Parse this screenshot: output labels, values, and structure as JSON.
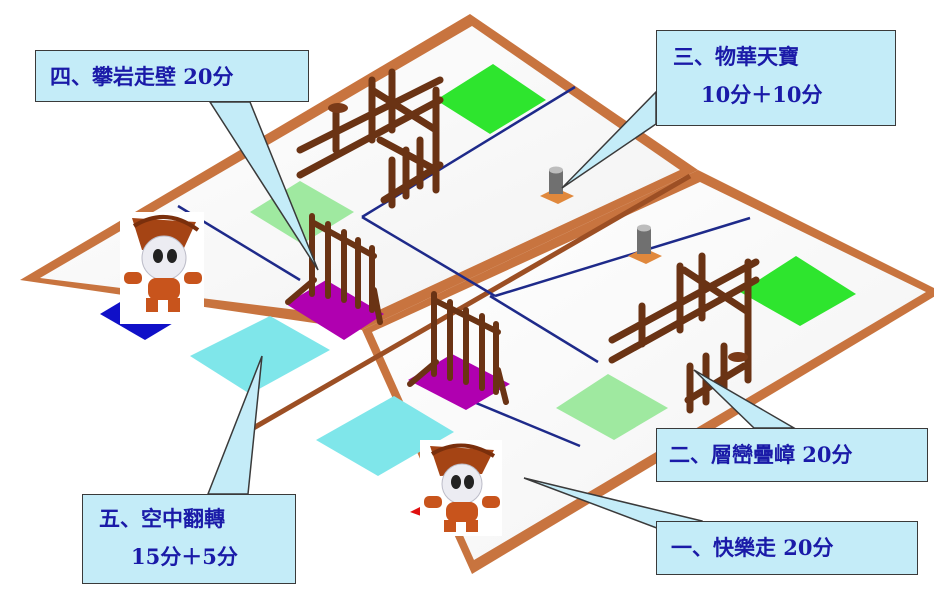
{
  "callouts": {
    "task4": {
      "line1": "四、攀岩走壁 20分"
    },
    "task3": {
      "line1": "三、物華天寶",
      "line2": "10分＋10分"
    },
    "task2": {
      "line1": "二、層巒疊嶂 20分"
    },
    "task1": {
      "line1": "一、快樂走 20分"
    },
    "task5": {
      "line1": "五、空中翻轉",
      "line2": "15分＋5分"
    }
  },
  "colors": {
    "callout_bg": "#c4ecf8",
    "callout_text": "#1a1aa8",
    "board_border": "#c8743f",
    "board_surface": "#ffffff",
    "lane_line": "#1e2a8a",
    "zone_green": "#2ee52e",
    "zone_light_green": "#9fe9a0",
    "zone_magenta": "#b000b0",
    "zone_cyan": "#7fe6ea",
    "start_blue": "#1010c8",
    "start_red": "#e01010",
    "wood": "#6a3314"
  },
  "icons": [
    "robot-mascot-icon",
    "cylinder-post-icon",
    "wooden-fence-icon",
    "climbing-wall-icon"
  ]
}
